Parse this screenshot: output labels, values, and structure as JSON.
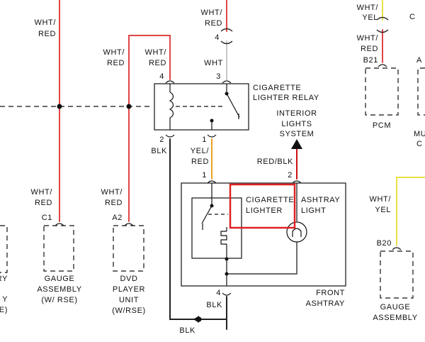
{
  "colors": {
    "wht_red": "#e04545",
    "red_blk": "#cc1111",
    "wht": "#c8c8c8",
    "wht_yel": "#e8e04a",
    "yel_red": "#f0a020",
    "blk": "#222222",
    "highlight": "#dd2222"
  },
  "wire_labels": {
    "top_left": [
      "WHT/",
      "RED"
    ],
    "top_relay": [
      "WHT/",
      "RED"
    ],
    "left_feed": [
      "WHT/",
      "RED"
    ],
    "relay_pin4": [
      "WHT/",
      "RED"
    ],
    "relay_pin3": "WHT",
    "gauge_feed": [
      "WHT/",
      "RED"
    ],
    "dvd_feed": [
      "WHT/",
      "RED"
    ],
    "lighter_feed": [
      "YEL/",
      "RED"
    ],
    "lights_feed": "RED/BLK",
    "relay_ground": "BLK",
    "ashtray_ground": "BLK",
    "bottom_ground": "BLK",
    "pcm_top": [
      "WHT/",
      "YEL"
    ],
    "pcm_feed": [
      "WHT/",
      "RED"
    ],
    "right_feed": [
      "WHT/",
      "YEL"
    ]
  },
  "pins": {
    "top_pin": "4",
    "relay_4": "4",
    "relay_3": "3",
    "relay_2": "2",
    "relay_1": "1",
    "ashtray_1": "1",
    "ashtray_2": "2",
    "ashtray_4": "4",
    "gauge_pin": "C1",
    "dvd_pin": "A2",
    "pcm_pin": "B21",
    "right_gauge_pin": "B20"
  },
  "components": {
    "relay": [
      "CIGARETTE",
      "LIGHTER RELAY"
    ],
    "interior_lights": [
      "INTERIOR",
      "LIGHTS",
      "SYSTEM"
    ],
    "lighter": [
      "CIGARETTE",
      "LIGHTER"
    ],
    "ashtray_light": [
      "ASHTRAY",
      "LIGHT"
    ],
    "front_ashtray": [
      "FRONT",
      "ASHTRAY"
    ],
    "gauge": [
      "GAUGE",
      "ASSEMBLY",
      "(W/ RSE)"
    ],
    "dvd": [
      "DVD",
      "PLAYER",
      "UNIT",
      "(W/RSE)"
    ],
    "pcm": "PCM",
    "right_gauge": [
      "GAUGE",
      "ASSEMBLY"
    ],
    "partial_left": [
      "RY",
      "Y",
      "SE)"
    ],
    "partial_right": [
      "MU",
      "C"
    ],
    "partial_right_top": "A"
  }
}
